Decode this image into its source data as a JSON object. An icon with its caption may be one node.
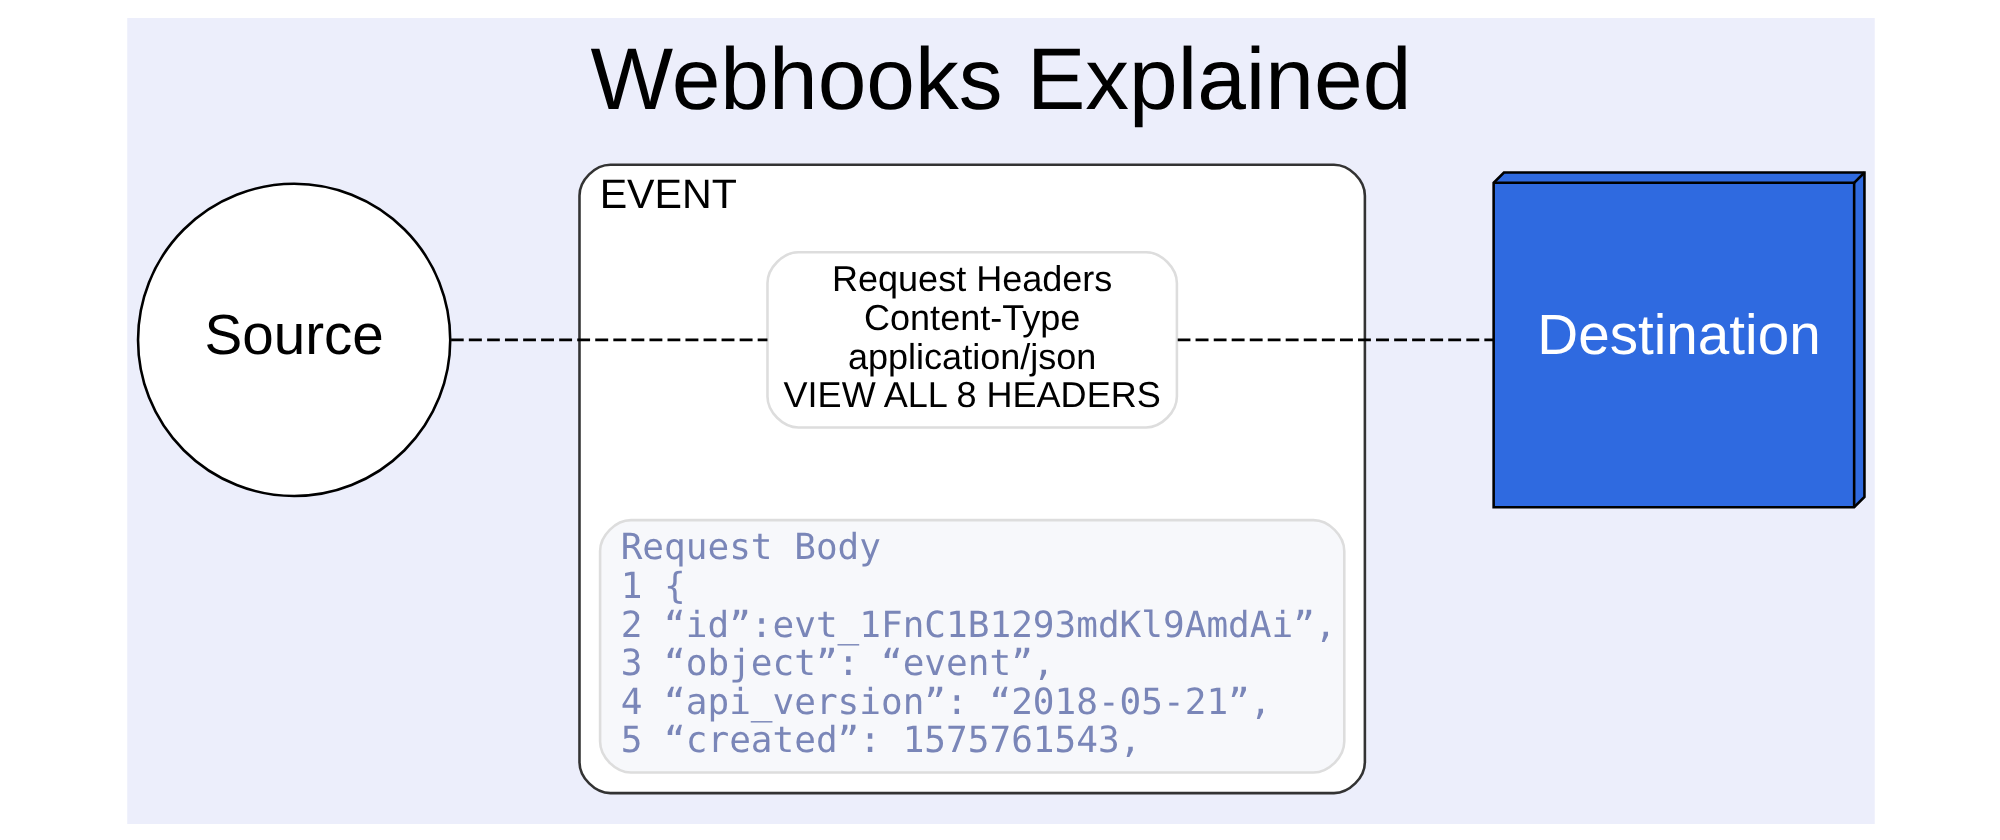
{
  "diagram": {
    "title": "Webhooks Explained",
    "nodes": [
      {
        "text": [
          "Source"
        ]
      },
      {
        "text": [
          "EVENT"
        ]
      },
      {
        "text": [
          "Request Headers",
          "Content-Type",
          "application/json",
          "VIEW ALL 8 HEADERS"
        ],
        "in": 1
      },
      {
        "text": [
          "Request Body",
          "1 {",
          "2 “id”:evt_1FnC1B1293mdKl9AmdAi”,",
          "3 “object”: “event”,",
          "4 “api_version”: “2018-05-21”,",
          "5 “created”: 1575761543,"
        ],
        "in": 1
      },
      {
        "text": [
          "Destination"
        ]
      }
    ],
    "edges": [
      {
        "from": 0,
        "to": 2,
        "arrow": "none",
        "style": "dashed"
      },
      {
        "from": 2,
        "to": 4,
        "arrow": "none",
        "style": "dashed"
      }
    ]
  }
}
